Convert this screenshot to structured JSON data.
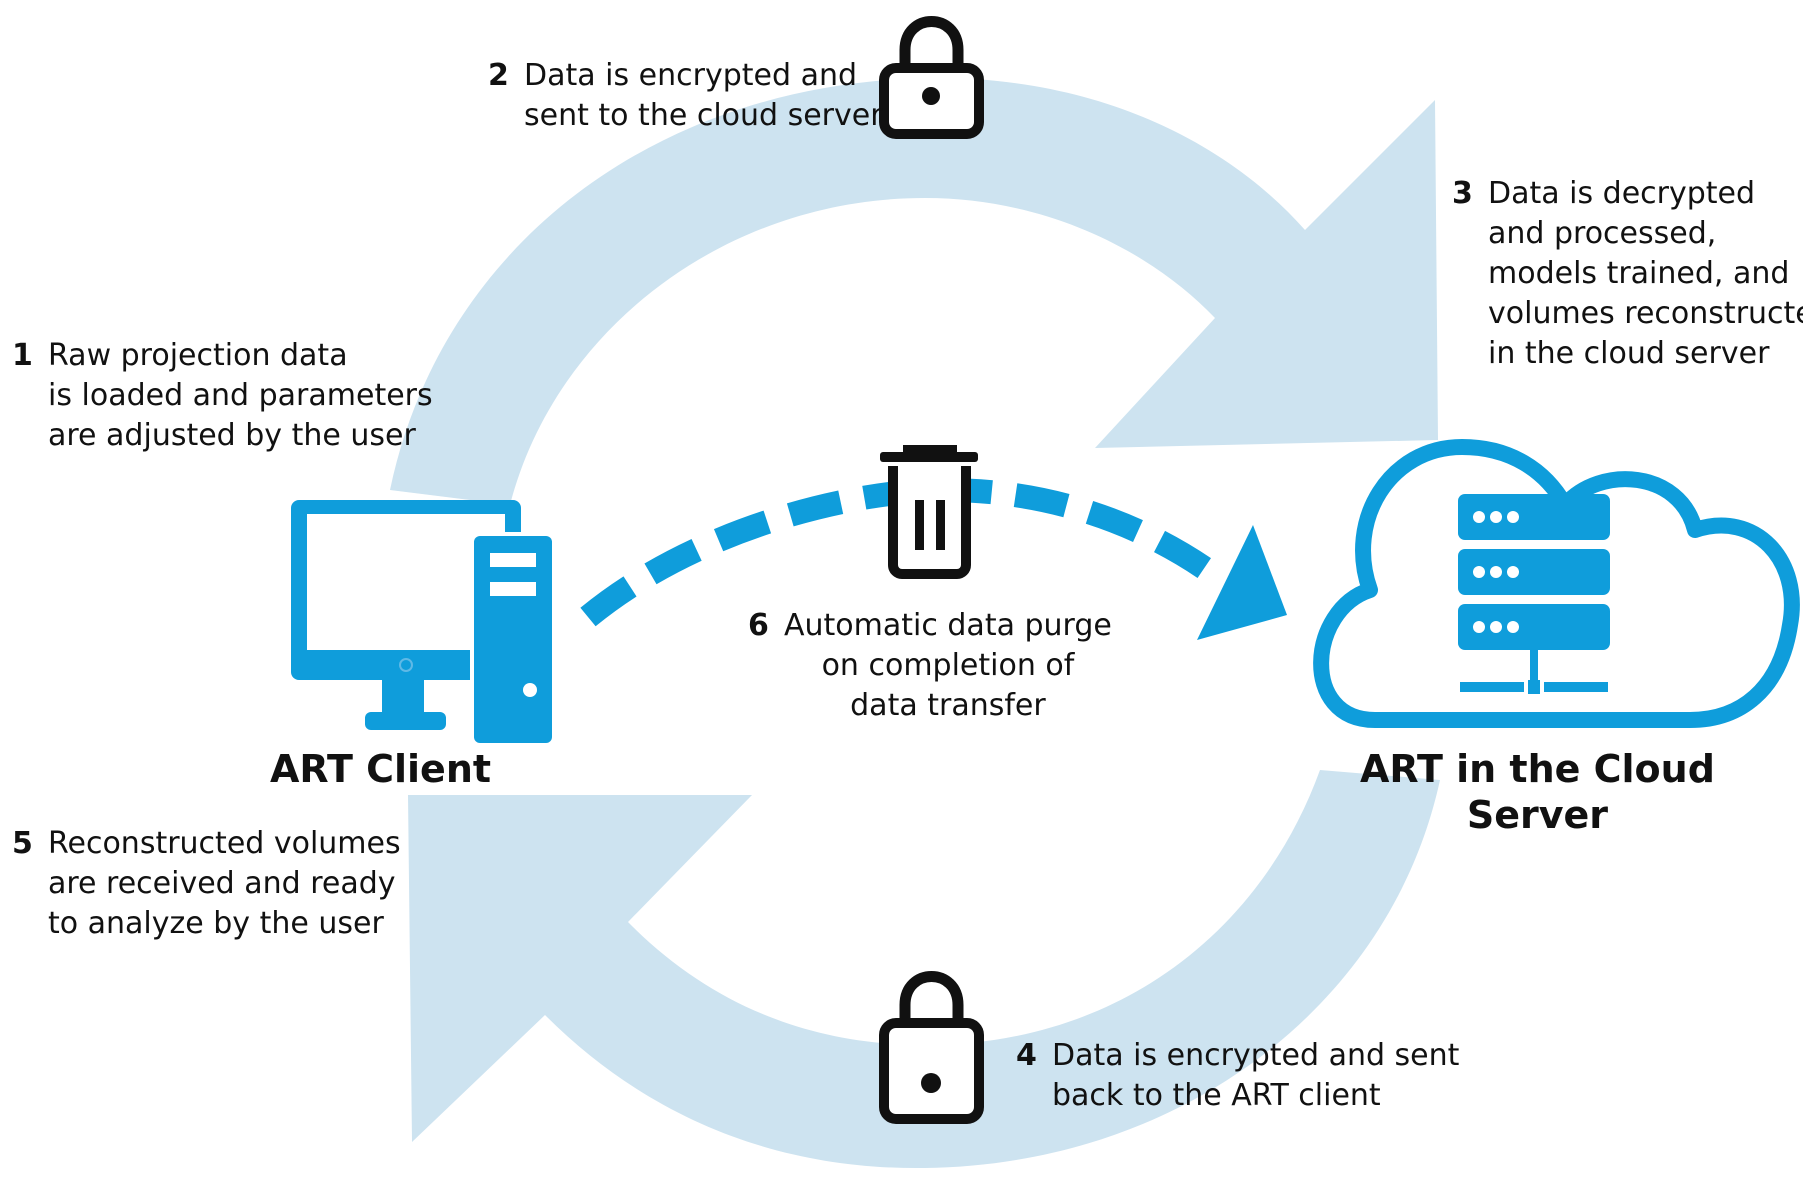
{
  "colors": {
    "cycle_arrow": "#cde3f0",
    "accent_blue": "#0f9ddb",
    "icon_black": "#111111",
    "background": "#ffffff"
  },
  "nodes": {
    "client": {
      "label": "ART Client",
      "icons": [
        "monitor-icon",
        "tower-pc-icon"
      ]
    },
    "cloud": {
      "label_line1": "ART in the Cloud",
      "label_line2": "Server",
      "icons": [
        "cloud-icon",
        "server-rack-icon"
      ]
    }
  },
  "steps": [
    {
      "number": "1",
      "lines": [
        "Raw projection data",
        "is loaded and parameters",
        "are adjusted by the user"
      ]
    },
    {
      "number": "2",
      "lines": [
        "Data is encrypted and",
        "sent to the cloud server"
      ],
      "icon": "lock-icon"
    },
    {
      "number": "3",
      "lines": [
        "Data is decrypted",
        "and processed,",
        "models trained, and",
        "volumes reconstructed",
        "in the cloud server"
      ]
    },
    {
      "number": "4",
      "lines": [
        "Data is encrypted and sent",
        "back to the ART client"
      ],
      "icon": "lock-icon"
    },
    {
      "number": "5",
      "lines": [
        "Reconstructed volumes",
        "are received and ready",
        "to analyze by the user"
      ]
    },
    {
      "number": "6",
      "lines": [
        "Automatic data purge",
        "on completion of",
        "data transfer"
      ],
      "icon": "trash-icon"
    }
  ]
}
